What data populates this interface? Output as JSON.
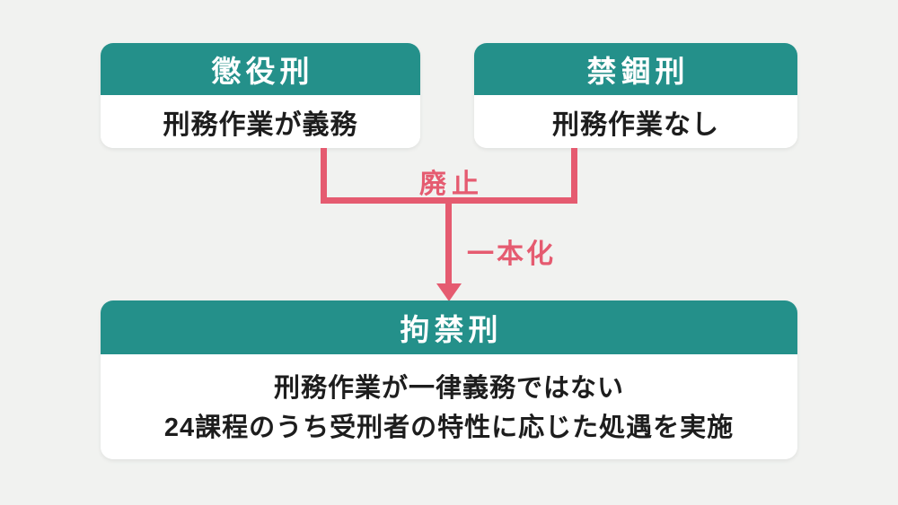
{
  "palette": {
    "teal": "#24908a",
    "red": "#e55b70",
    "bg": "#f1f2f0",
    "ink": "#1d1d1d",
    "card": "#ffffff"
  },
  "diagram": {
    "old_penalties": [
      {
        "title": "懲役刑",
        "description": "刑務作業が義務"
      },
      {
        "title": "禁錮刑",
        "description": "刑務作業なし"
      }
    ],
    "abolish_label": "廃止",
    "unify_label": "一本化",
    "new_penalty": {
      "title": "拘禁刑",
      "description_lines": [
        "刑務作業が一律義務ではない",
        "24課程のうち受刑者の特性に応じた処遇を実施"
      ]
    }
  }
}
